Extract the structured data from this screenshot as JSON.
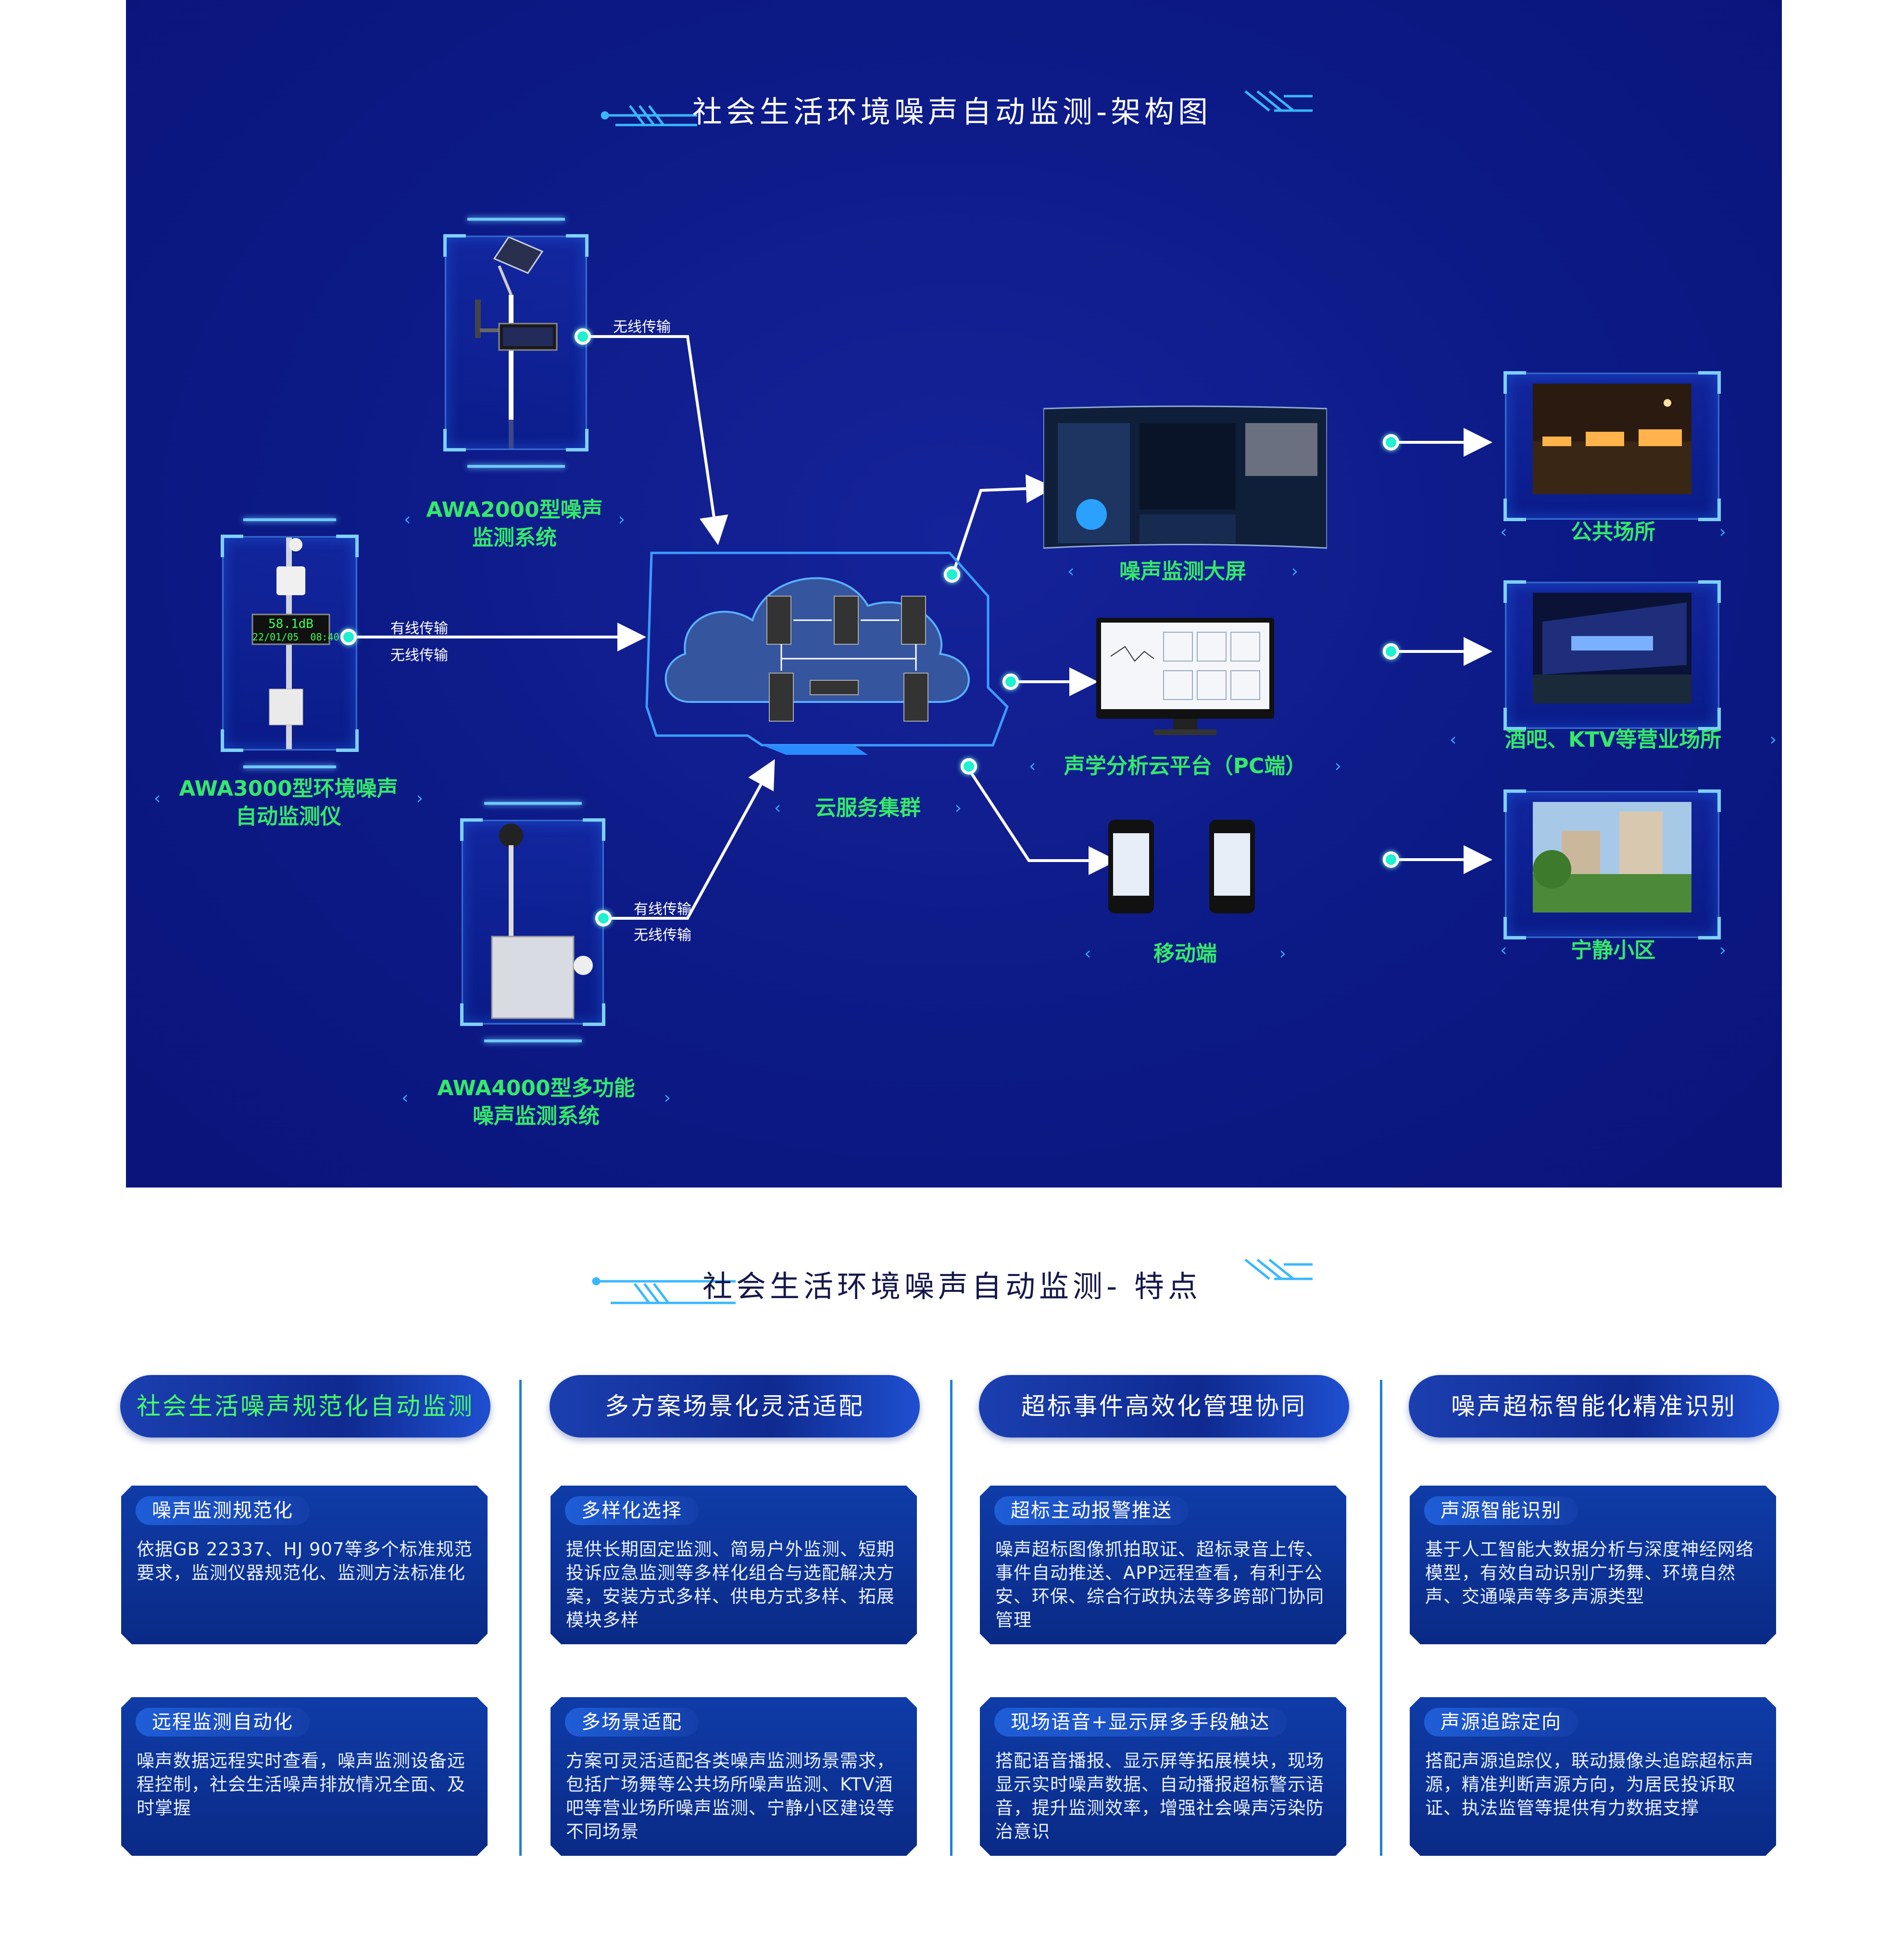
{
  "architecture": {
    "title": "社会生活环境噪声自动监测-架构图",
    "devices": [
      {
        "name": "AWA2000型噪声\n监测系统",
        "connection": "无线传输"
      },
      {
        "name": "AWA3000型环境噪声\n自动监测仪",
        "connection_1": "有线传输",
        "connection_2": "无线传输",
        "screen_value": "58.1dB",
        "screen_time": "22/01/05  08:40"
      },
      {
        "name": "AWA4000型多功能\n噪声监测系统",
        "connection_1": "有线传输",
        "connection_2": "无线传输"
      }
    ],
    "cloud_label": "云服务集群",
    "outputs": [
      "噪声监测大屏",
      "声学分析云平台（PC端）",
      "移动端"
    ],
    "scenes": [
      "公共场所",
      "酒吧、KTV等营业场所",
      "宁静小区"
    ]
  },
  "features": {
    "title": "社会生活环境噪声自动监测- 特点",
    "columns": [
      {
        "heading": "社会生活噪声规范化自动监测",
        "cards": [
          {
            "tag": "噪声监测规范化",
            "text": "依据GB 22337、HJ 907等多个标准规范要求，监测仪器规范化、监测方法标准化"
          },
          {
            "tag": "远程监测自动化",
            "text": "噪声数据远程实时查看，噪声监测设备远程控制，社会生活噪声排放情况全面、及时掌握"
          }
        ]
      },
      {
        "heading": "多方案场景化灵活适配",
        "cards": [
          {
            "tag": "多样化选择",
            "text": "提供长期固定监测、简易户外监测、短期投诉应急监测等多样化组合与选配解决方案，安装方式多样、供电方式多样、拓展模块多样"
          },
          {
            "tag": "多场景适配",
            "text": "方案可灵活适配各类噪声监测场景需求，包括广场舞等公共场所噪声监测、KTV酒吧等营业场所噪声监测、宁静小区建设等不同场景"
          }
        ]
      },
      {
        "heading": "超标事件高效化管理协同",
        "cards": [
          {
            "tag": "超标主动报警推送",
            "text": "噪声超标图像抓拍取证、超标录音上传、事件自动推送、APP远程查看，有利于公安、环保、综合行政执法等多跨部门协同管理"
          },
          {
            "tag": "现场语音+显示屏多手段触达",
            "text": "搭配语音播报、显示屏等拓展模块，现场显示实时噪声数据、自动播报超标警示语音，提升监测效率，增强社会噪声污染防治意识"
          }
        ]
      },
      {
        "heading": "噪声超标智能化精准识别",
        "cards": [
          {
            "tag": "声源智能识别",
            "text": "基于人工智能大数据分析与深度神经网络模型，有效自动识别广场舞、环境自然声、交通噪声等多声源类型"
          },
          {
            "tag": "声源追踪定向",
            "text": "搭配声源追踪仪，联动摄像头追踪超标声源，精准判断声源方向，为居民投诉取证、执法监管等提供有力数据支撑"
          }
        ]
      }
    ]
  }
}
